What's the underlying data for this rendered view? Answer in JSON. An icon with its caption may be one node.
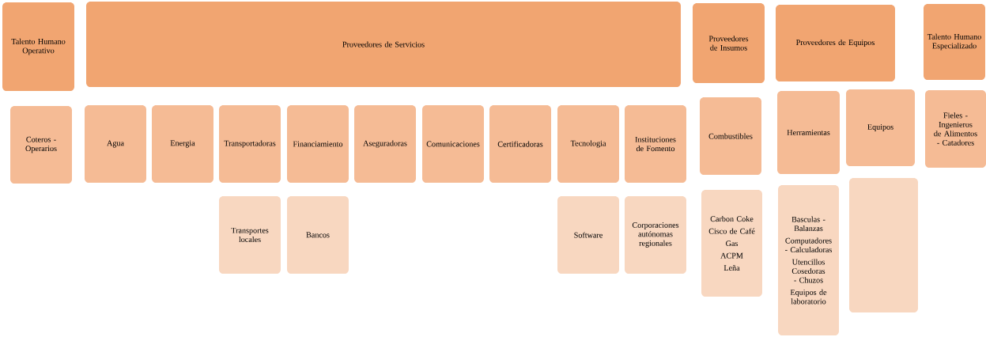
{
  "diagram": {
    "nodes": [
      {
        "text": [
          "Talento Humano Operativo"
        ]
      },
      {
        "text": [
          "Proveedores de Servicios"
        ]
      },
      {
        "text": [
          "Proveedores de Insumos"
        ]
      },
      {
        "text": [
          "Proveedores de Equipos"
        ]
      },
      {
        "text": [
          "Talento Humano Especializado"
        ]
      },
      {
        "text": [
          "Coteros - Operarios"
        ]
      },
      {
        "text": [
          "Agua"
        ]
      },
      {
        "text": [
          "Energia"
        ]
      },
      {
        "text": [
          "Transportadoras"
        ]
      },
      {
        "text": [
          "Financiamiento"
        ]
      },
      {
        "text": [
          "Aseguradoras"
        ]
      },
      {
        "text": [
          "Comunicaciones"
        ]
      },
      {
        "text": [
          "Certificadoras"
        ]
      },
      {
        "text": [
          "Tecnologia"
        ]
      },
      {
        "text": [
          "Instituciones de Fomento"
        ]
      },
      {
        "text": [
          "Combustibles"
        ]
      },
      {
        "text": [
          "Herramientas"
        ]
      },
      {
        "text": [
          "Equipos"
        ]
      },
      {
        "text": [
          "Fieles - Ingenieros de Alimentos - Catadores"
        ]
      },
      {
        "text": [
          "Transportes locales"
        ]
      },
      {
        "text": [
          "Bancos"
        ]
      },
      {
        "text": [
          "Software"
        ]
      },
      {
        "text": [
          "Corporaciones autónomas regionales"
        ]
      },
      {
        "text": [
          "Carbon Coke",
          "Cisco de Café",
          "Gas",
          "ACPM",
          "Leña"
        ]
      },
      {
        "text": [
          "Basculas - Balanzas",
          "Computadores - Calculadoras",
          "Utencillos Cosedoras - Chuzos",
          "Equipos de laboratorio"
        ]
      },
      {
        "text": [],
        "shape": "box"
      }
    ]
  }
}
